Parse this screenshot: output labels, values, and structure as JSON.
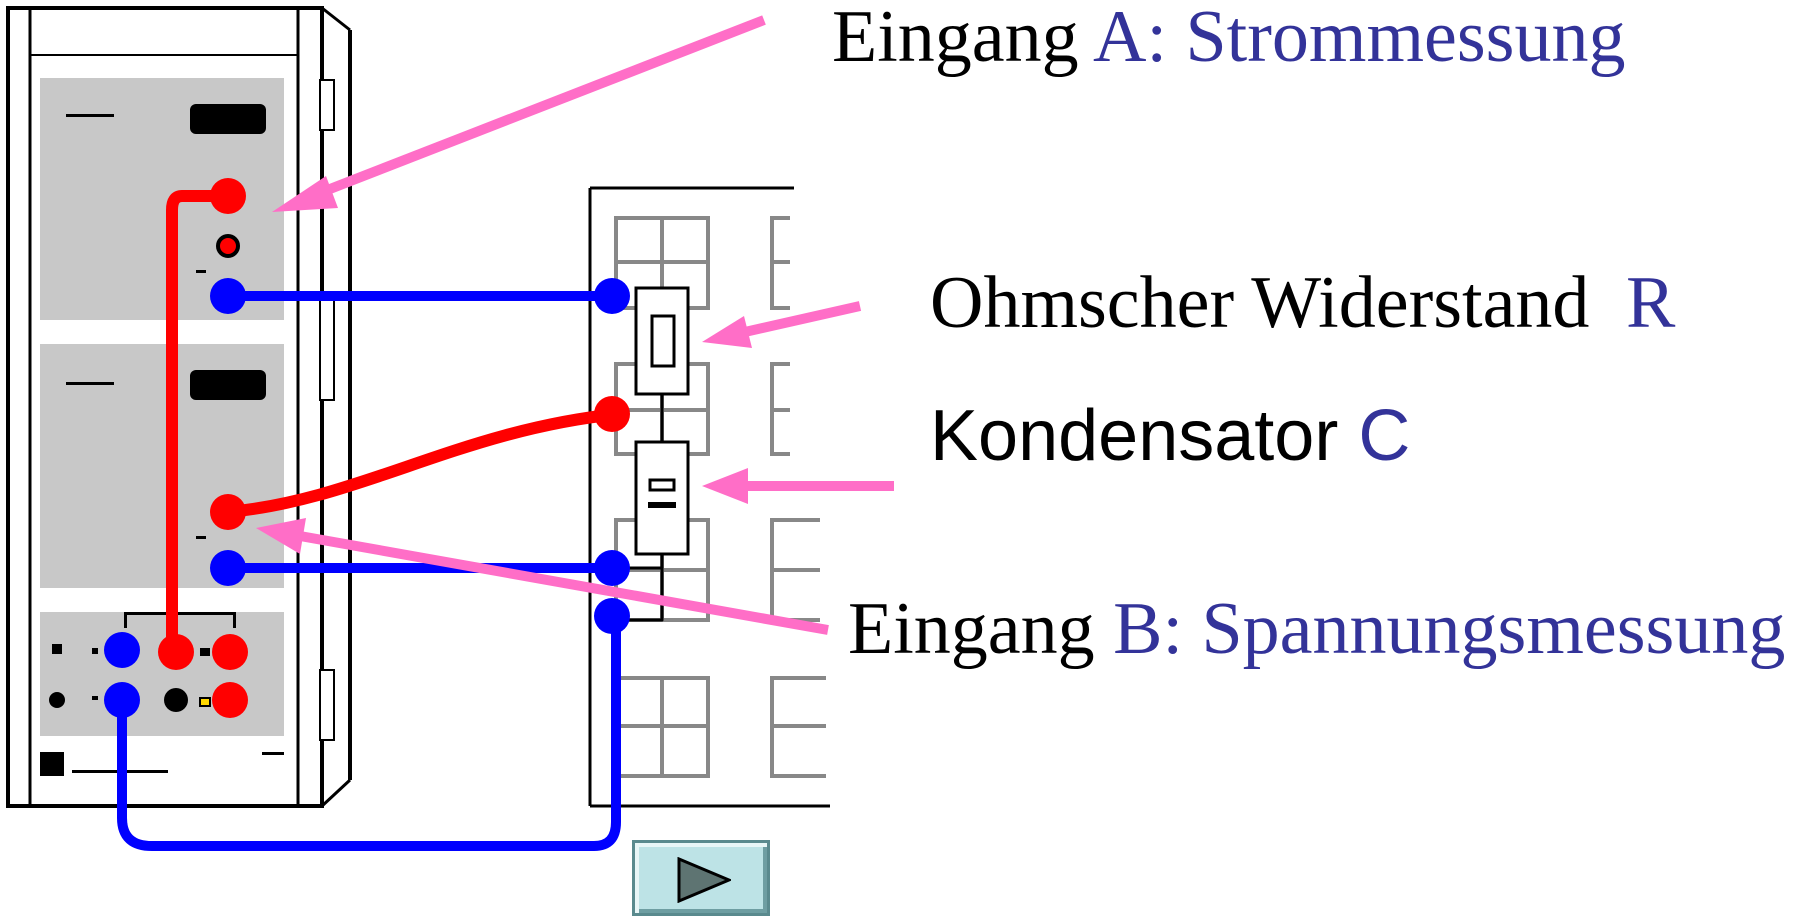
{
  "labels": {
    "input_a_prefix": "Eingang ",
    "input_a_accent": "A: Strommessung",
    "resistor_prefix": "Ohmscher Widerstand ",
    "resistor_accent": "R",
    "capacitor_prefix": "Kondensator ",
    "capacitor_accent": "C",
    "input_b_prefix": "Eingang ",
    "input_b_accent": "B: Spannungsmessung"
  },
  "colors": {
    "accent_text": "#333399",
    "arrow": "#ff6ec7",
    "wire_red": "#ff0000",
    "wire_blue": "#0000ff",
    "panel_gray": "#c8c8c8",
    "button_face": "#bde3e6"
  },
  "icons": {
    "play_button": "play-triangle-icon"
  }
}
